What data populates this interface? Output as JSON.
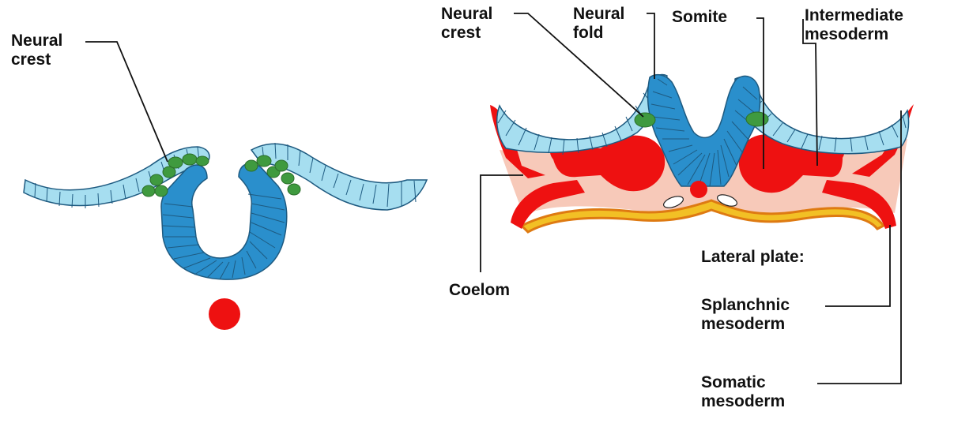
{
  "colors": {
    "ectoderm": "#a6def0",
    "neural_plate": "#2a8fcc",
    "neural_crest": "#3f9a3f",
    "mesoderm_red": "#ee1111",
    "mesenchyme_pink": "#f7c9b9",
    "endoderm_yellow": "#f2c025",
    "endoderm_orange": "#de7a12",
    "cell_outline": "#1e5a80",
    "leader_line": "#111111"
  },
  "left_panel": {
    "labels": {
      "neural_crest": "Neural\ncrest"
    }
  },
  "right_panel": {
    "labels": {
      "neural_crest": "Neural\ncrest",
      "neural_fold": "Neural\nfold",
      "somite": "Somite",
      "intermediate_mesoderm": "Intermediate\nmesoderm",
      "coelom": "Coelom",
      "lateral_plate": "Lateral plate:",
      "splanchnic_mesoderm": "Splanchnic\nmesoderm",
      "somatic_mesoderm": "Somatic\nmesoderm"
    }
  }
}
